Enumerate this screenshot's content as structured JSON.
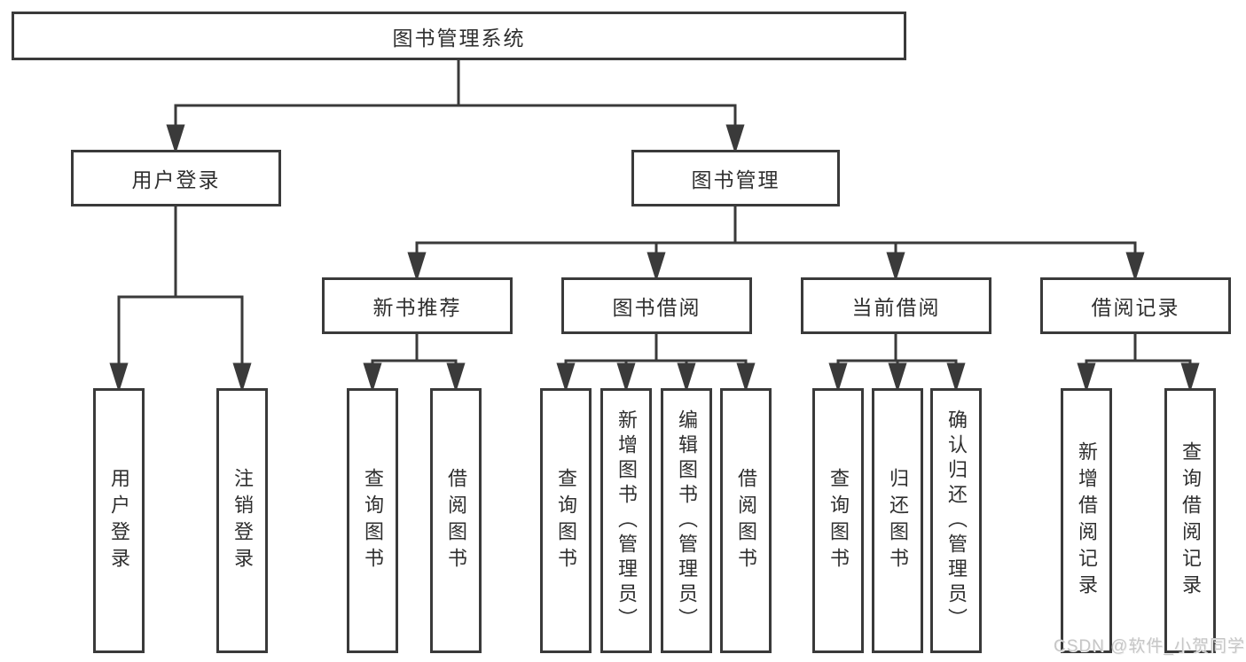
{
  "nodes": {
    "root": "图书管理系统",
    "level2": [
      "用户登录",
      "图书管理"
    ],
    "level3": [
      "新书推荐",
      "图书借阅",
      "当前借阅",
      "借阅记录"
    ],
    "leaves": {
      "user_login": [
        "用户登录",
        "注销登录"
      ],
      "new_book_rec": [
        "查询图书",
        "借阅图书"
      ],
      "book_borrow": [
        "查询图书",
        "新增图书（管理员）",
        "编辑图书（管理员）",
        "借阅图书"
      ],
      "current_borrow": [
        "查询图书",
        "归还图书",
        "确认归还（管理员）"
      ],
      "borrow_records": [
        "新增借阅记录",
        "查询借阅记录"
      ]
    }
  },
  "watermark": "CSDN @软件_小贺同学",
  "colors": {
    "line": "#3a3a3a",
    "text": "#2f2f2f",
    "watermark": "#c6c6c6",
    "background": "#ffffff"
  }
}
